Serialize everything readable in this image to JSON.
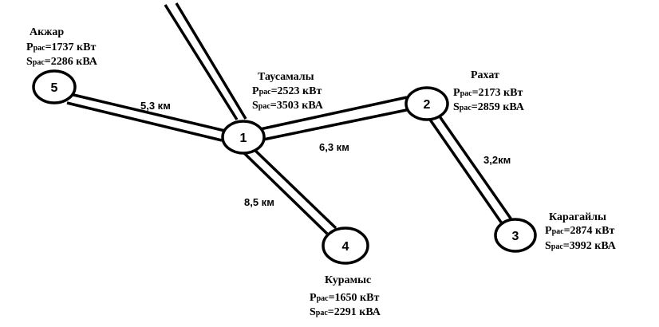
{
  "nodes": [
    {
      "id": "1",
      "name": "Таусамалы",
      "p": "=2523 кВт",
      "s": "=3503 кВА"
    },
    {
      "id": "2",
      "name": "Рахат",
      "p": "=2173 кВт",
      "s": "=2859 кВА"
    },
    {
      "id": "3",
      "name": "Карагайлы",
      "p": "=2874 кВт",
      "s": "=3992 кВА"
    },
    {
      "id": "4",
      "name": "Курамыс",
      "p": "=1650 кВт",
      "s": "=2291 кВА"
    },
    {
      "id": "5",
      "name": "Акжар",
      "p": "=1737 кВт",
      "s": "=2286 кВА"
    }
  ],
  "power_symbols": {
    "p": "P",
    "s": "S",
    "sub": "рас"
  },
  "edges": [
    {
      "from": "1",
      "to": "5",
      "label": "5,3 км"
    },
    {
      "from": "1",
      "to": "2",
      "label": "6,3 км"
    },
    {
      "from": "2",
      "to": "3",
      "label": "3,2км"
    },
    {
      "from": "1",
      "to": "4",
      "label": "8,5 км"
    }
  ]
}
